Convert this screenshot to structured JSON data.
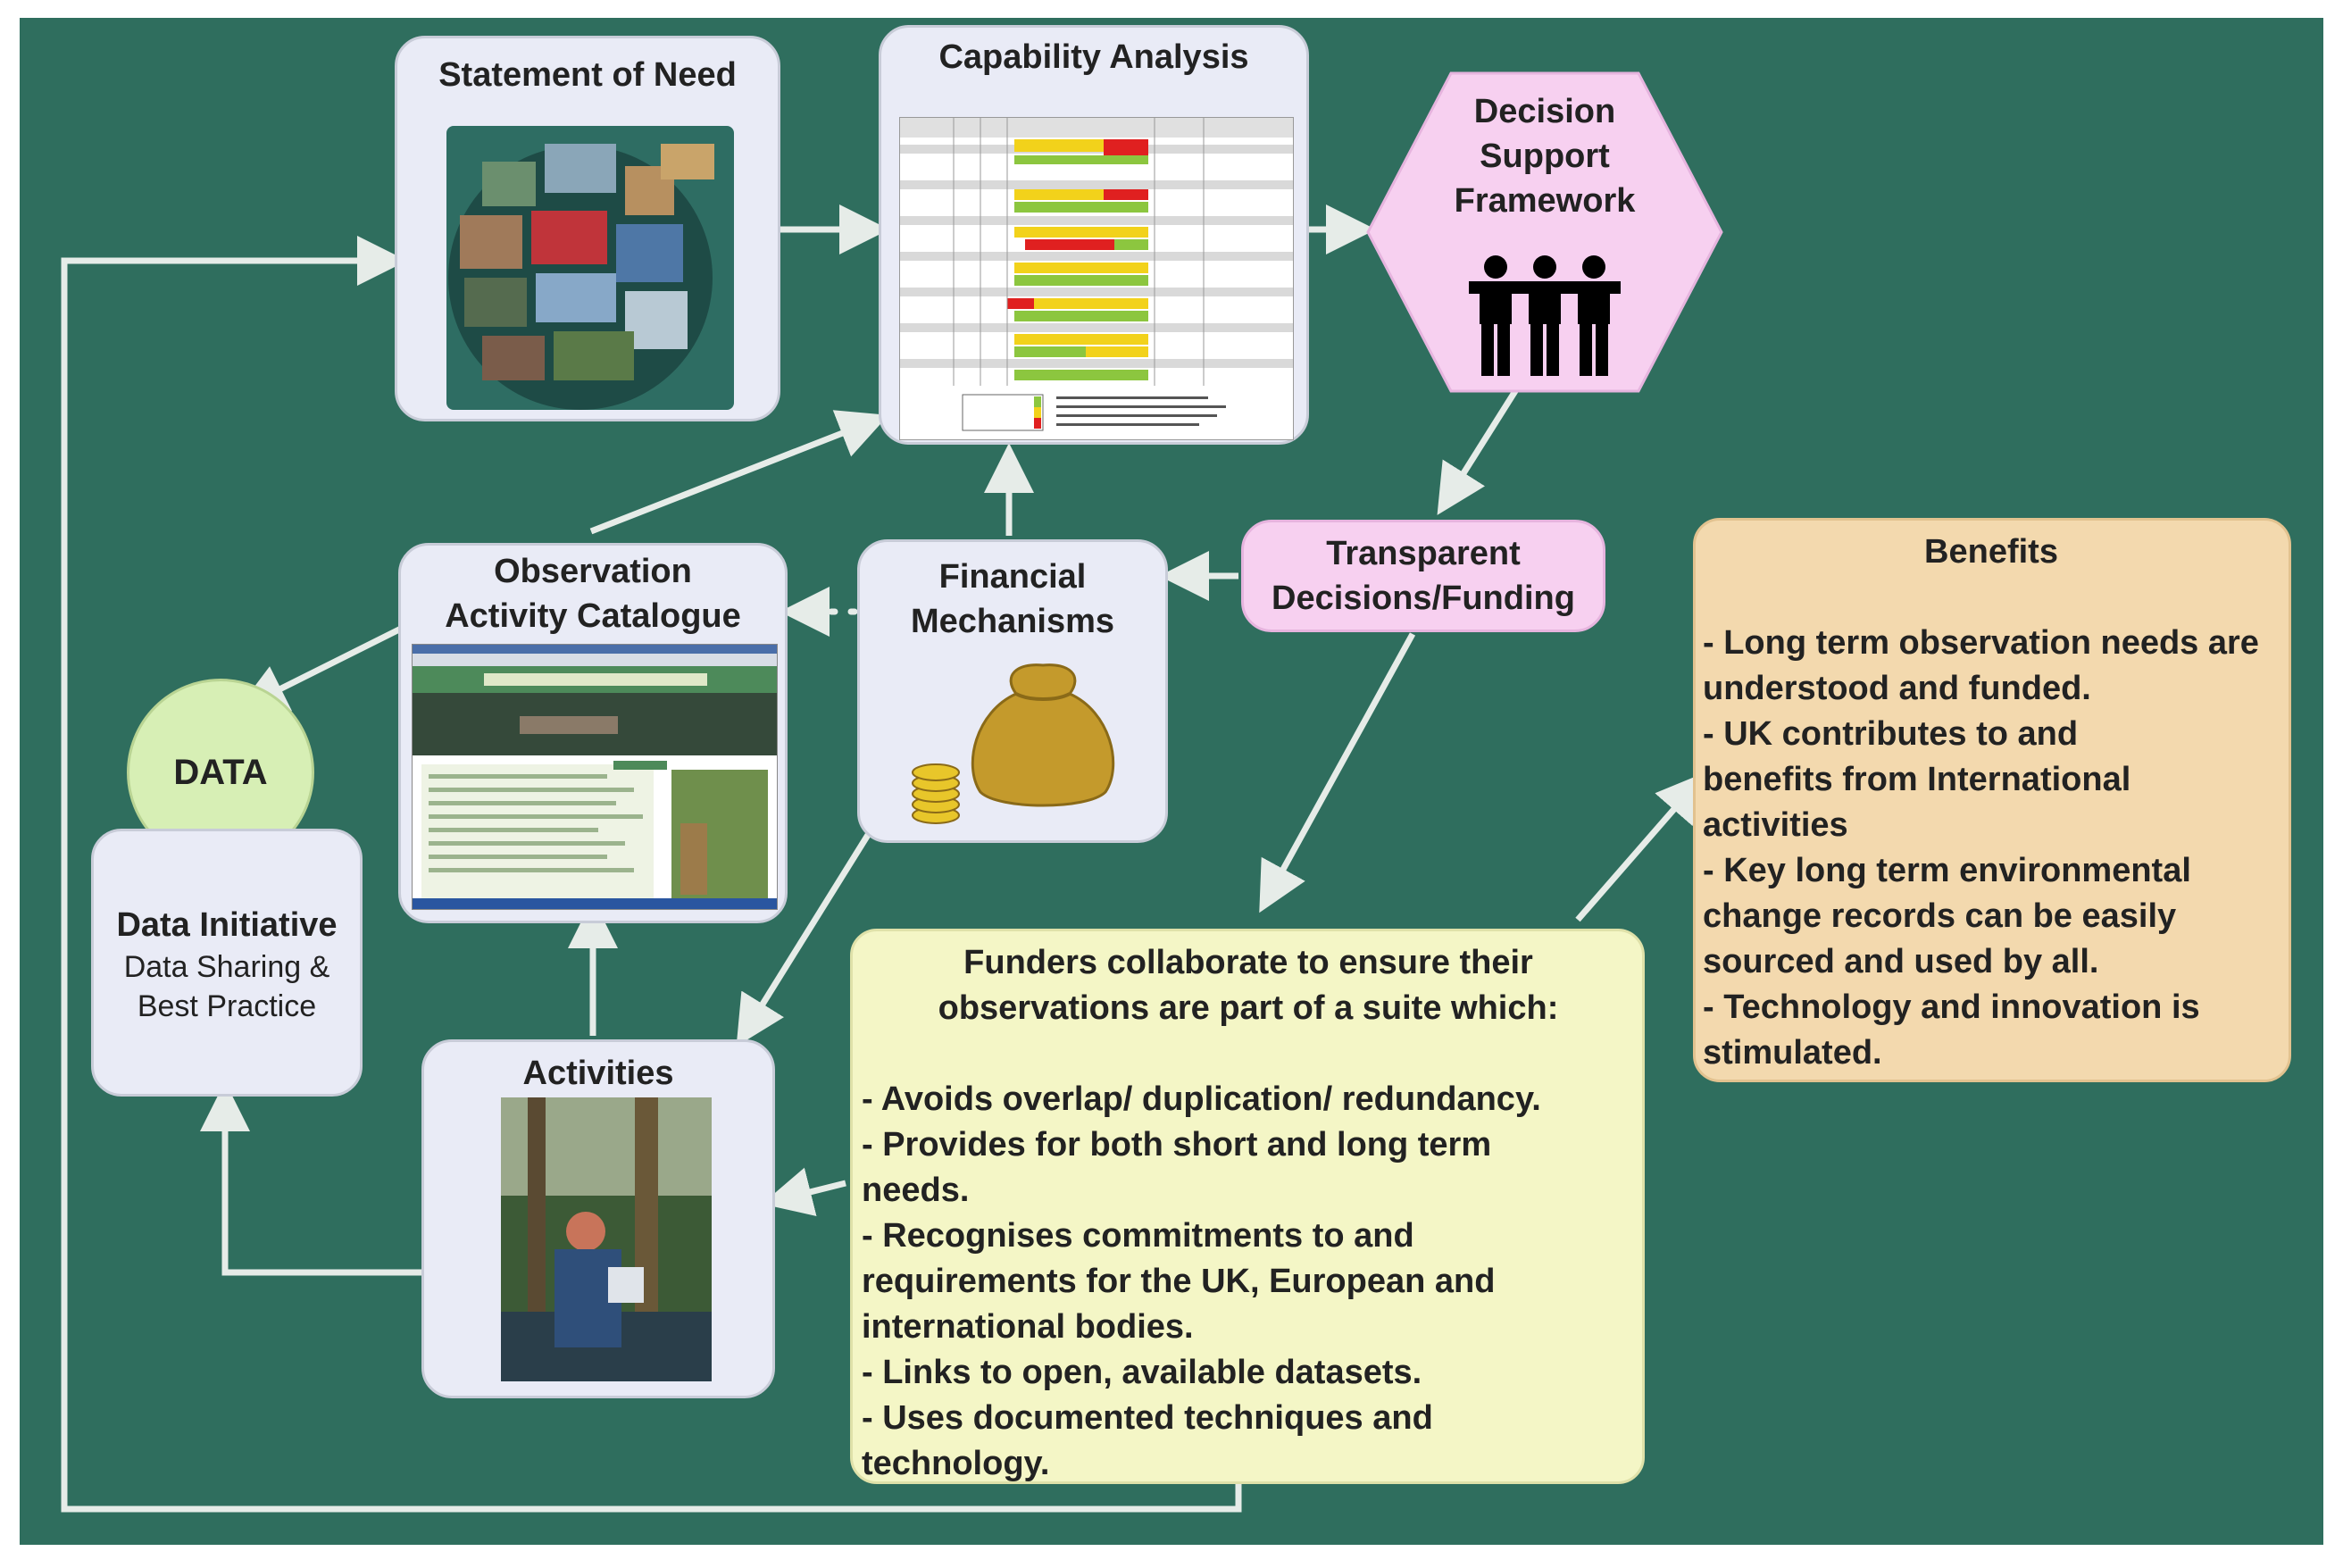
{
  "nodes": {
    "statement_of_need": {
      "title": "Statement of Need"
    },
    "capability_analysis": {
      "title": "Capability Analysis"
    },
    "decision_support": {
      "title_lines": [
        "Decision",
        "Support",
        "Framework"
      ]
    },
    "observation_catalogue": {
      "title_lines": [
        "Observation",
        "Activity Catalogue"
      ]
    },
    "financial_mechanisms": {
      "title_lines": [
        "Financial",
        "Mechanisms"
      ]
    },
    "transparent_decisions": {
      "title_lines": [
        "Transparent",
        "Decisions/Funding"
      ]
    },
    "data_circle": {
      "label": "DATA"
    },
    "data_initiative": {
      "title": "Data Initiative",
      "subtitle_lines": [
        "Data Sharing &",
        "Best Practice"
      ]
    },
    "activities": {
      "title": "Activities"
    },
    "funders": {
      "heading_lines": [
        "Funders collaborate to ensure their",
        "observations are part of a suite which:"
      ],
      "items": [
        "- Avoids overlap/ duplication/ redundancy.",
        "- Provides for both short and long term needs.",
        "- Recognises commitments to and requirements for the UK, European and international bodies.",
        "- Links to open, available datasets.",
        "- Uses documented techniques and technology."
      ]
    },
    "benefits": {
      "title": "Benefits",
      "items": [
        "-  Long term observation needs are understood and funded.",
        "-  UK contributes to and benefits from International activities",
        "-  Key long term environmental change records can be easily sourced and used by all.",
        "-  Technology and innovation is stimulated."
      ]
    }
  },
  "colors": {
    "background": "#2f6e5e",
    "box": "#e9ebf6",
    "pink": "#f7d0f0",
    "yellow": "#f4f6c6",
    "orange": "#f3d9ae",
    "green_circle": "#d7efb5",
    "arrow": "#e6ece8"
  },
  "icons": [
    "people-icon",
    "money-bag-icon",
    "coin-stack-icon"
  ]
}
